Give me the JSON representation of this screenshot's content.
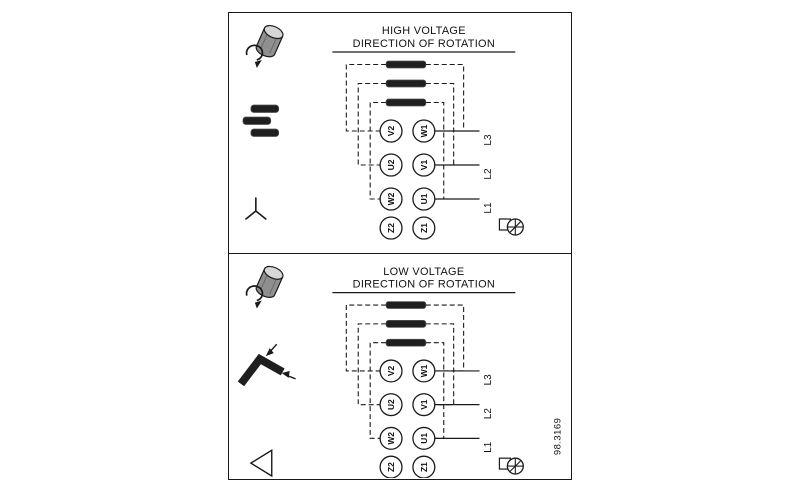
{
  "figure": {
    "drawing_number": "98.3169",
    "colors": {
      "ink": "#1a1a1a",
      "background": "#ffffff"
    },
    "panels": [
      {
        "id": "high-voltage",
        "title_line1": "HIGH VOLTAGE",
        "title_line2": "DIRECTION OF ROTATION",
        "connection": "star",
        "terminals_left": [
          "V2",
          "U2",
          "W2",
          "Z2"
        ],
        "terminals_right": [
          "W1",
          "V1",
          "U1",
          "Z1"
        ],
        "supply_lines": [
          "L3",
          "L2",
          "L1"
        ],
        "icons": [
          "rotation-screw-icon",
          "straight-jumper-links-icon",
          "star-connection-icon",
          "ground-terminal-icon"
        ]
      },
      {
        "id": "low-voltage",
        "title_line1": "LOW VOLTAGE",
        "title_line2": "DIRECTION OF ROTATION",
        "connection": "delta",
        "terminals_left": [
          "V2",
          "U2",
          "W2",
          "Z2"
        ],
        "terminals_right": [
          "W1",
          "V1",
          "U1",
          "Z1"
        ],
        "supply_lines": [
          "L3",
          "L2",
          "L1"
        ],
        "icons": [
          "rotation-screw-icon",
          "angled-jumper-links-icon",
          "delta-connection-icon",
          "ground-terminal-icon"
        ]
      }
    ]
  }
}
